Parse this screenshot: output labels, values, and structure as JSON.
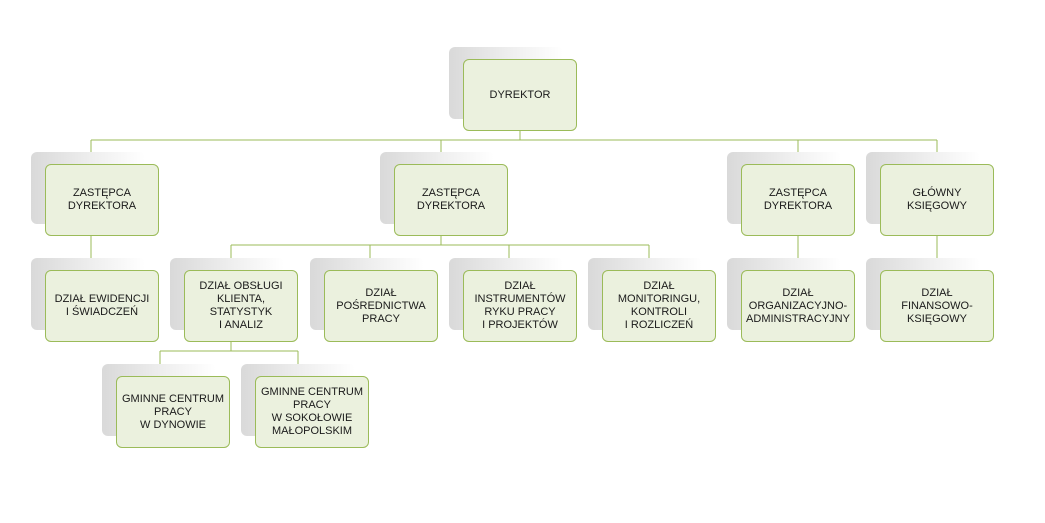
{
  "org": {
    "dyrektor": "DYREKTOR",
    "zastepca_1": "ZASTĘPCA\nDYREKTORA",
    "zastepca_2": "ZASTĘPCA\nDYREKTORA",
    "zastepca_3": "ZASTĘPCA\nDYREKTORA",
    "glowny_ksiegowy": "GŁÓWNY\nKSIĘGOWY",
    "dzial_ewidencji": "DZIAŁ EWIDENCJI\nI ŚWIADCZEŃ",
    "dzial_obslugi": "DZIAŁ OBSŁUGI\nKLIENTA,\nSTATYSTYK\nI ANALIZ",
    "dzial_posrednictwa": "DZIAŁ\nPOŚREDNICTWA\nPRACY",
    "dzial_instrumentow": "DZIAŁ\nINSTRUMENTÓW\nRYKU PRACY\nI PROJEKTÓW",
    "dzial_monitoringu": "DZIAŁ\nMONITORINGU,\nKONTROLI\nI ROZLICZEŃ",
    "dzial_organizacyjny": "DZIAŁ\nORGANIZACYJNO-\nADMINISTRACYJNY",
    "dzial_finansowy": "DZIAŁ\nFINANSOWO-\nKSIĘGOWY",
    "gcp_dynow": "GMINNE CENTRUM\nPRACY\nW DYNOWIE",
    "gcp_sokolow": "GMINNE CENTRUM\nPRACY\nW SOKOŁOWIE\nMAŁOPOLSKIM"
  },
  "colors": {
    "box_fill": "#ebf1de",
    "box_border": "#9bbb59",
    "connector": "#9bbb59"
  }
}
